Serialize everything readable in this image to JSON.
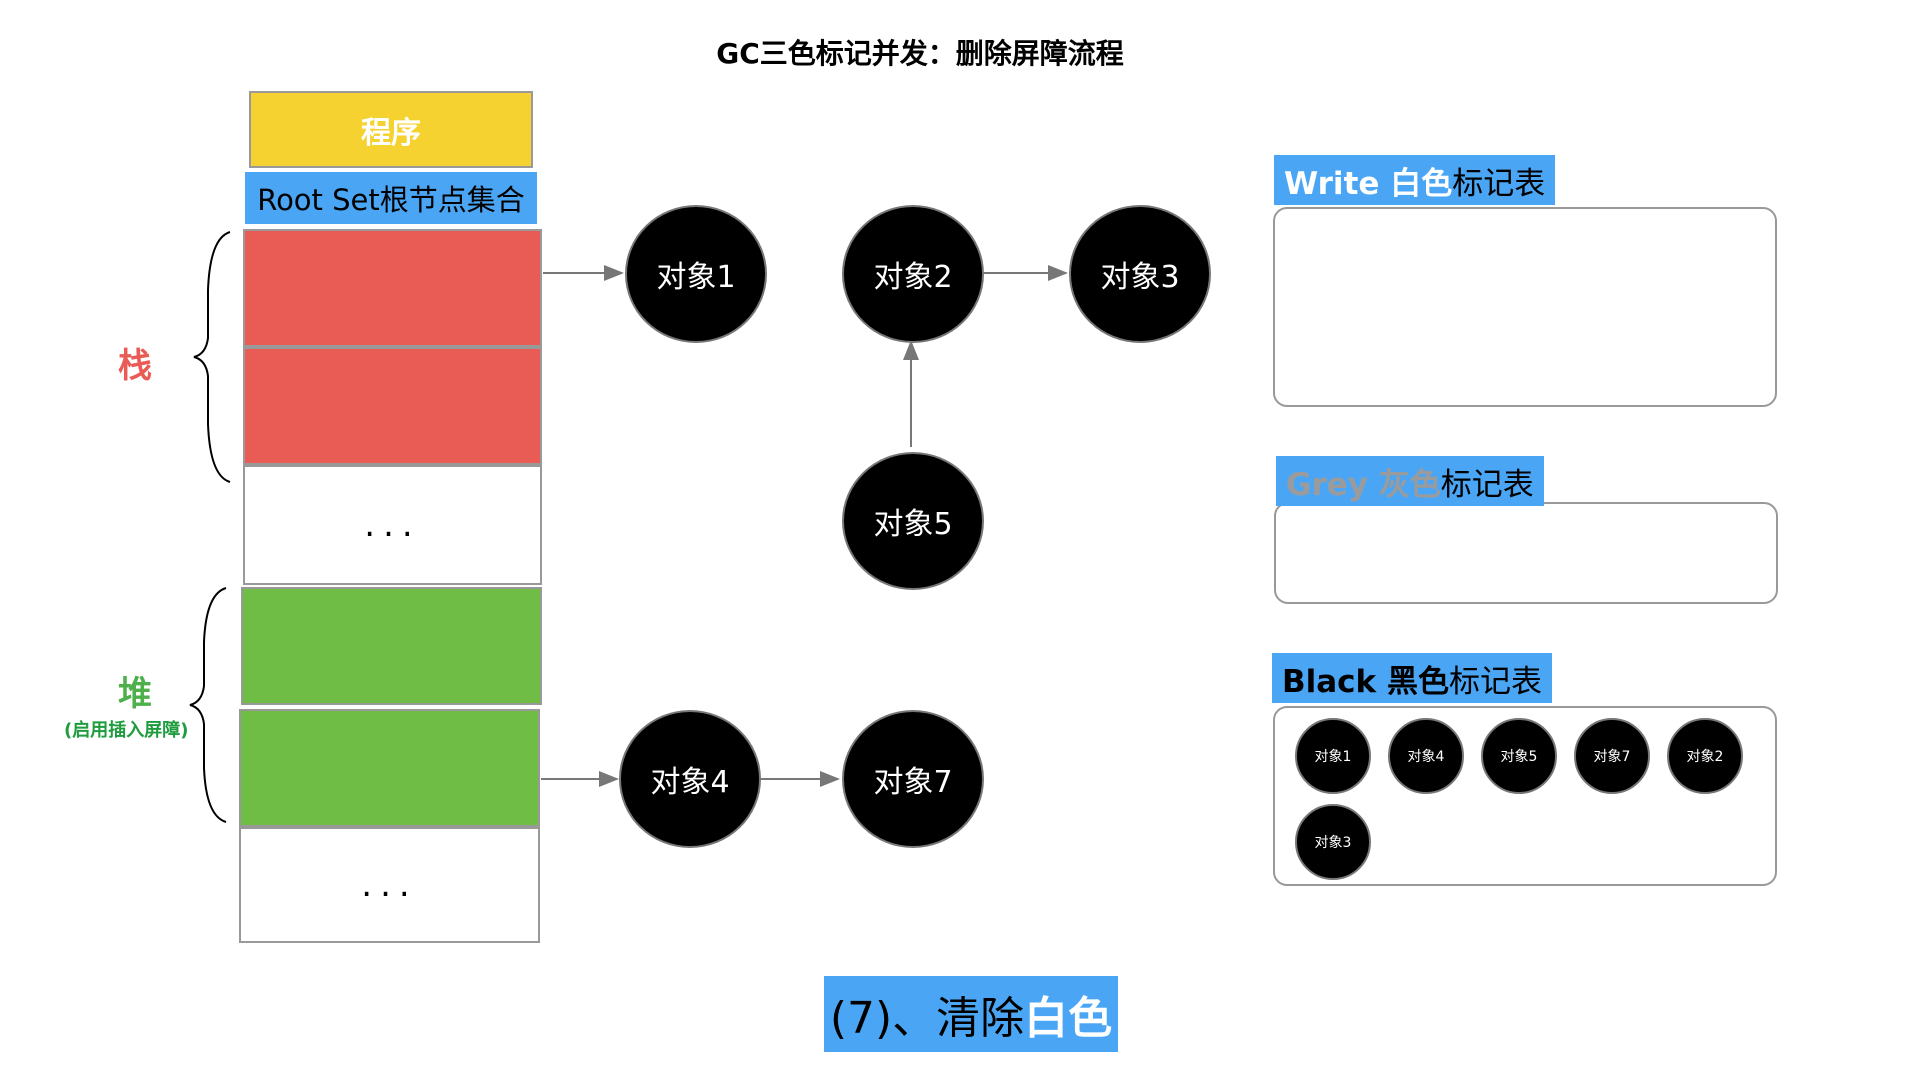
{
  "title": "GC三色标记并发：删除屏障流程",
  "program_label": "程序",
  "root_set_label": "Root Set根节点集合",
  "stack_label": "栈",
  "heap_label": "堆",
  "heap_note": "(启用插入屏障)",
  "ellipsis": "...",
  "objects": {
    "o1": "对象1",
    "o2": "对象2",
    "o3": "对象3",
    "o4": "对象4",
    "o5": "对象5",
    "o7": "对象7"
  },
  "tables": {
    "white": {
      "title_part1": "Write 白色",
      "title_part2": "标记表",
      "items": []
    },
    "grey": {
      "title_part1": "Grey 灰色",
      "title_part2": "标记表",
      "items": []
    },
    "black": {
      "title_part1": "Black 黑色",
      "title_part2": "标记表",
      "items": [
        "对象1",
        "对象4",
        "对象5",
        "对象7",
        "对象2",
        "对象3"
      ]
    }
  },
  "step": {
    "part1": "(7)、清除",
    "part2": "白色"
  },
  "colors": {
    "red": "#e85c55",
    "green": "#70bd45",
    "yellow": "#f5d22f",
    "blue": "#4aa6f4"
  }
}
